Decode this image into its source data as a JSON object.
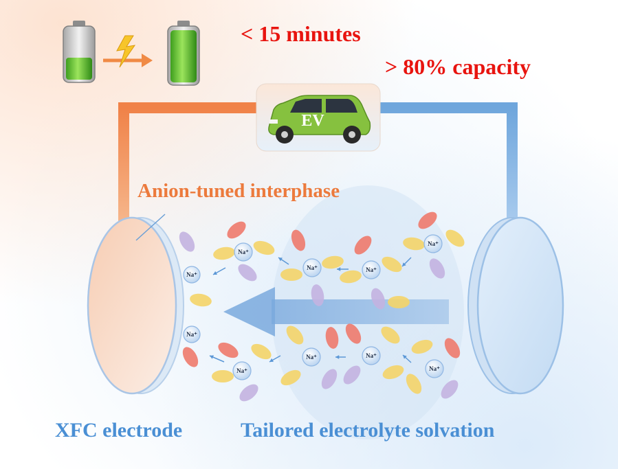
{
  "headline": {
    "time_text": "< 15 minutes",
    "capacity_text": "> 80% capacity"
  },
  "vehicle": {
    "badge": "EV"
  },
  "labels": {
    "interphase": "Anion-tuned interphase",
    "electrode": "XFC electrode",
    "solvation": "Tailored electrolyte solvation"
  },
  "ion_label": "Na⁺",
  "colors": {
    "headline_red": "#e8140f",
    "interphase_orange": "#ec7a3c",
    "bottom_label_blue": "#4a8fd4",
    "left_wire": "#ef8a4e",
    "right_wire": "#7fb0e0",
    "car_green": "#86c13f",
    "anion_red": "#ee7a6c",
    "anion_yellow": "#f4d468",
    "anion_purple": "#c3b3e0"
  }
}
